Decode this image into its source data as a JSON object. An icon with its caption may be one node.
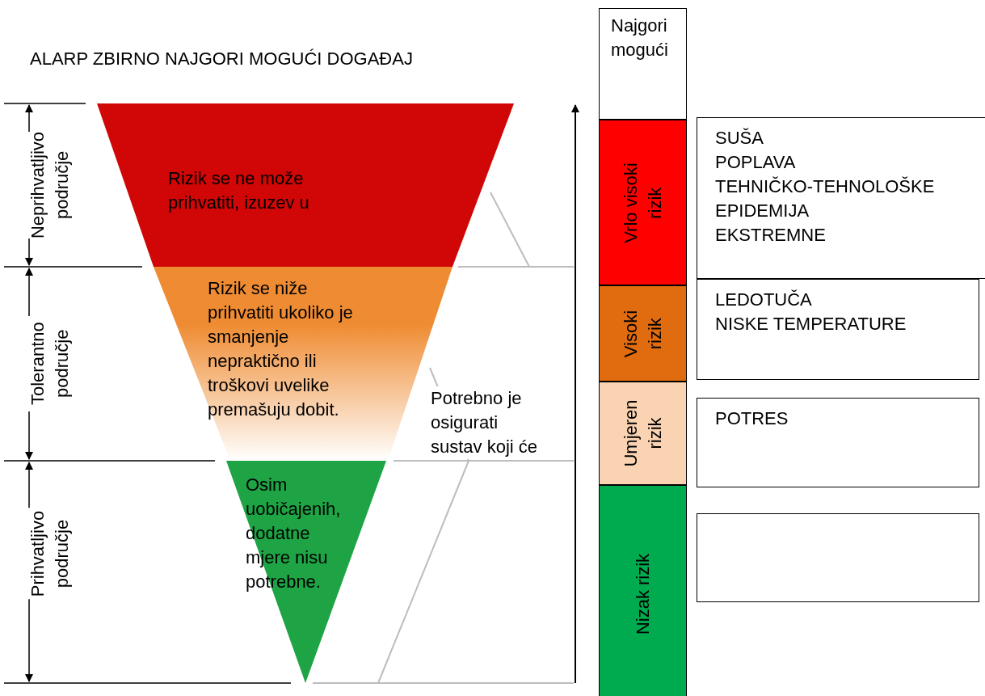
{
  "diagram": {
    "title": "ALARP ZBIRNO NAJGORI MOGUĆI DOGAĐAJ",
    "nodes": [
      {
        "text": [
          "Rizik se ne može prihvatiti, izuzev u"
        ]
      },
      {
        "text": [
          "Rizik se niže prihvatiti ukoliko je smanjenje nepraktično ili troškovi uvelike premašuju dobit."
        ]
      },
      {
        "text": [
          "Osim uobičajenih, dodatne mjere nisu potrebne."
        ]
      },
      {
        "text": [
          "Najgori mogući"
        ]
      },
      {
        "text": [
          "Vrlo visoki rizik"
        ]
      },
      {
        "text": [
          "Visoki rizik"
        ]
      },
      {
        "text": [
          "Umjeren rizik"
        ]
      },
      {
        "text": [
          "Nizak rizik"
        ]
      },
      {
        "text": [
          "SUŠA",
          "POPLAVA",
          "TEHNIČKO-TEHNOLOŠKE",
          "EPIDEMIJA",
          "EKSTREMNE"
        ]
      },
      {
        "text": [
          "LEDOTUČA",
          "NISKE TEMPERATURE"
        ]
      },
      {
        "text": [
          "POTRES"
        ]
      },
      {
        "text": [],
        "shape": "box"
      }
    ],
    "edges": [],
    "labels": [
      "Neprihvatljivo područje",
      "Tolerantno područje",
      "Prihvatljivo područje",
      "Potrebno je osigurati sustav koji će"
    ]
  }
}
